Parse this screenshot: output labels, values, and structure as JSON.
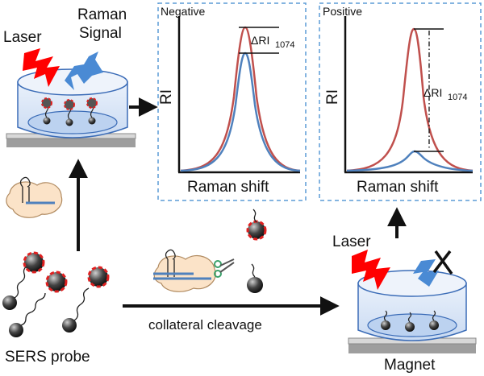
{
  "labels": {
    "laser_top": "Laser",
    "raman_signal_line1": "Raman",
    "raman_signal_line2": "Signal",
    "laser_bottom": "Laser",
    "sers_probe": "SERS probe",
    "collateral_cleavage": "collateral cleavage",
    "magnet": "Magnet"
  },
  "panels": {
    "negative": {
      "title": "Negative",
      "ylabel": "RI",
      "xlabel": "Raman shift",
      "delta_label": "ΔRI",
      "delta_subscript": "1074"
    },
    "positive": {
      "title": "Positive",
      "ylabel": "RI",
      "xlabel": "Raman shift",
      "delta_label": "ΔRI",
      "delta_subscript": "1074"
    }
  },
  "colors": {
    "red_curve": "#c0504d",
    "blue_curve": "#4f81bd",
    "panel_border": "#5b9bd5",
    "laser": "#ff0000",
    "raman": "#4a8ad4",
    "probe_red": "#e02020"
  }
}
